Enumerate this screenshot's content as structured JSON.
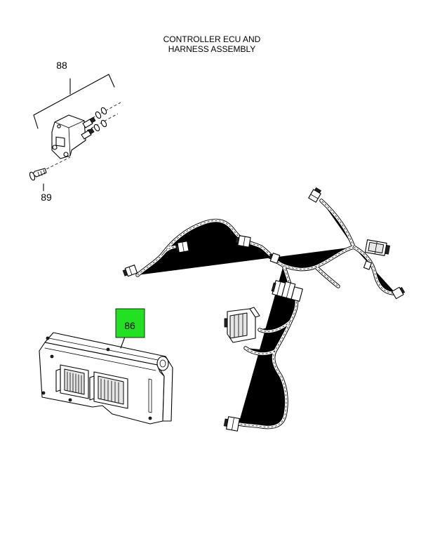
{
  "title": {
    "line1": "CONTROLLER ECU AND",
    "line2": "HARNESS ASSEMBLY"
  },
  "callouts": [
    {
      "id": "88",
      "label": "88",
      "part": "valve-block-assembly",
      "highlighted": false
    },
    {
      "id": "89",
      "label": "89",
      "part": "mounting-bolt",
      "highlighted": false
    },
    {
      "id": "86",
      "label": "86",
      "part": "controller-ecu",
      "highlighted": true
    }
  ],
  "colors": {
    "highlight": "#22e022",
    "line": "#000000",
    "background": "#ffffff"
  }
}
